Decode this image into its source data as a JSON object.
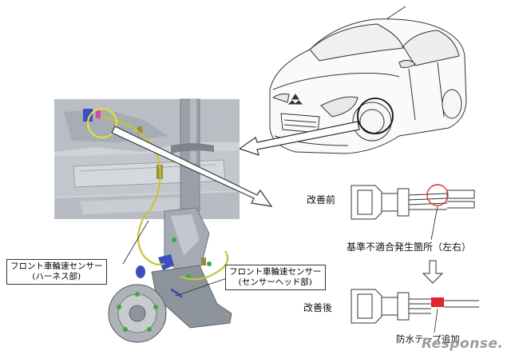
{
  "callouts": {
    "harness": {
      "line1": "フロント車輪速センサー",
      "line2": "(ハーネス部)"
    },
    "sensor_head": {
      "line1": "フロント車輪速センサー",
      "line2": "(センサーヘッド部)"
    }
  },
  "labels": {
    "before": "改善前",
    "after": "改善後",
    "defect_location": "基準不適合発生箇所（左右）",
    "waterproof_tape": "防水テープ追加"
  },
  "watermark": "Response.",
  "colors": {
    "harness_wire": "#c9c23a",
    "highlight_circle": "#e4e034",
    "defect_circle": "#d9332b",
    "tape": "#e0262a",
    "sensor_blue": "#3c4fbf"
  }
}
